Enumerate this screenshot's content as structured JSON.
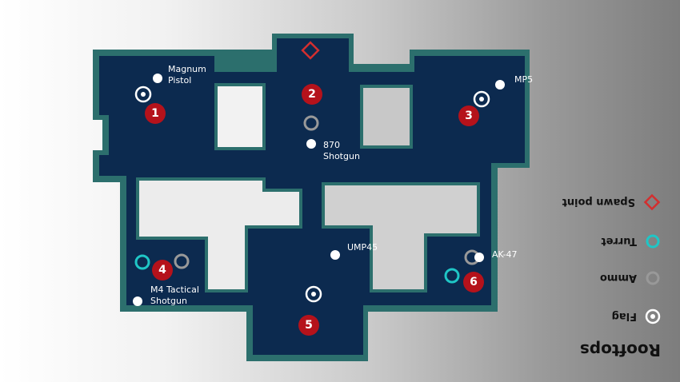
{
  "map": {
    "title": "Rooftops",
    "zones": [
      "1",
      "2",
      "3",
      "4",
      "5",
      "6"
    ],
    "weapons": {
      "magnum": "Magnum\nPistol",
      "mp5": "MP5",
      "shotgun870": "870\nShotgun",
      "ump45": "UMP45",
      "ak47": "AK-47",
      "m4": "M4 Tactical\nShotgun"
    }
  },
  "legend": {
    "items": [
      {
        "label": "Flag",
        "icon": "flag-icon"
      },
      {
        "label": "Ammo",
        "icon": "ammo-icon"
      },
      {
        "label": "Turret",
        "icon": "turret-icon"
      },
      {
        "label": "Spawn point",
        "icon": "spawn-point-icon"
      }
    ]
  },
  "colors": {
    "floor": "#0c2a4f",
    "wall": "#2c6f6d",
    "zone_marker": "#b5121b",
    "spawn": "#d32f2f",
    "turret": "#1fc6c6",
    "ammo": "#999999"
  }
}
